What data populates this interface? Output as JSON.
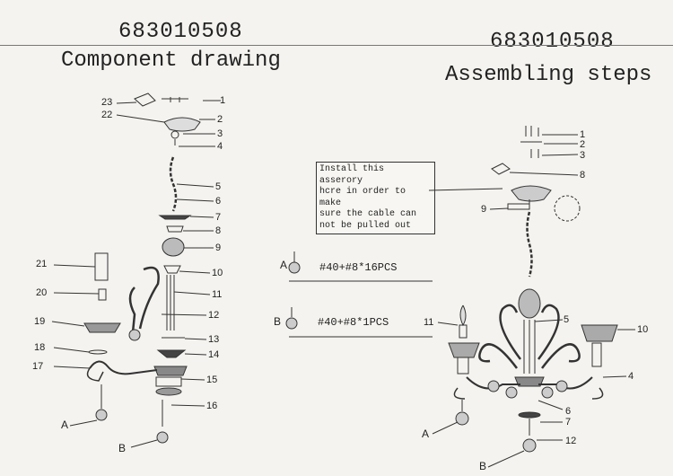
{
  "left": {
    "code": "683010508",
    "title": "Component drawing"
  },
  "right": {
    "code": "683010508",
    "title": "Assembling steps"
  },
  "note": {
    "lines": [
      "Install this asserory",
      "hcre in order to make",
      "sure the cable can",
      "not be pulled out"
    ]
  },
  "screws": [
    {
      "letter": "A",
      "spec": "#40+#8*16PCS"
    },
    {
      "letter": "B",
      "spec": "#40+#8*1PCS"
    }
  ],
  "left_labels": [
    "1",
    "2",
    "3",
    "4",
    "5",
    "6",
    "7",
    "8",
    "9",
    "10",
    "11",
    "12",
    "13",
    "14",
    "15",
    "16",
    "17",
    "18",
    "19",
    "20",
    "21",
    "22",
    "23",
    "A",
    "B"
  ],
  "right_labels": [
    "1",
    "2",
    "3",
    "8",
    "9",
    "11",
    "5",
    "10",
    "4",
    "6",
    "7",
    "12",
    "A",
    "B"
  ]
}
